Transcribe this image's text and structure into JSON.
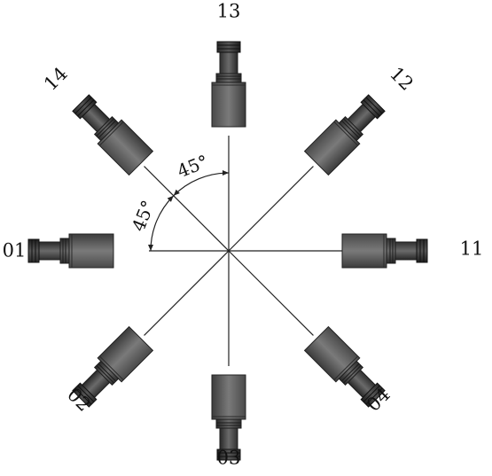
{
  "diagram": {
    "sensors": [
      {
        "id": "13",
        "direction_deg": 90
      },
      {
        "id": "12",
        "direction_deg": 45
      },
      {
        "id": "11",
        "direction_deg": 0
      },
      {
        "id": "04",
        "direction_deg": -45
      },
      {
        "id": "03",
        "direction_deg": -90
      },
      {
        "id": "02",
        "direction_deg": -135
      },
      {
        "id": "01",
        "direction_deg": 180
      },
      {
        "id": "14",
        "direction_deg": 135
      }
    ],
    "angle_labels": [
      "45°",
      "45°"
    ],
    "colors": {
      "sensor_dark": "#3a3a3a",
      "sensor_mid": "#5c5c5c",
      "sensor_light": "#8a8a8a",
      "line": "#222222"
    }
  }
}
